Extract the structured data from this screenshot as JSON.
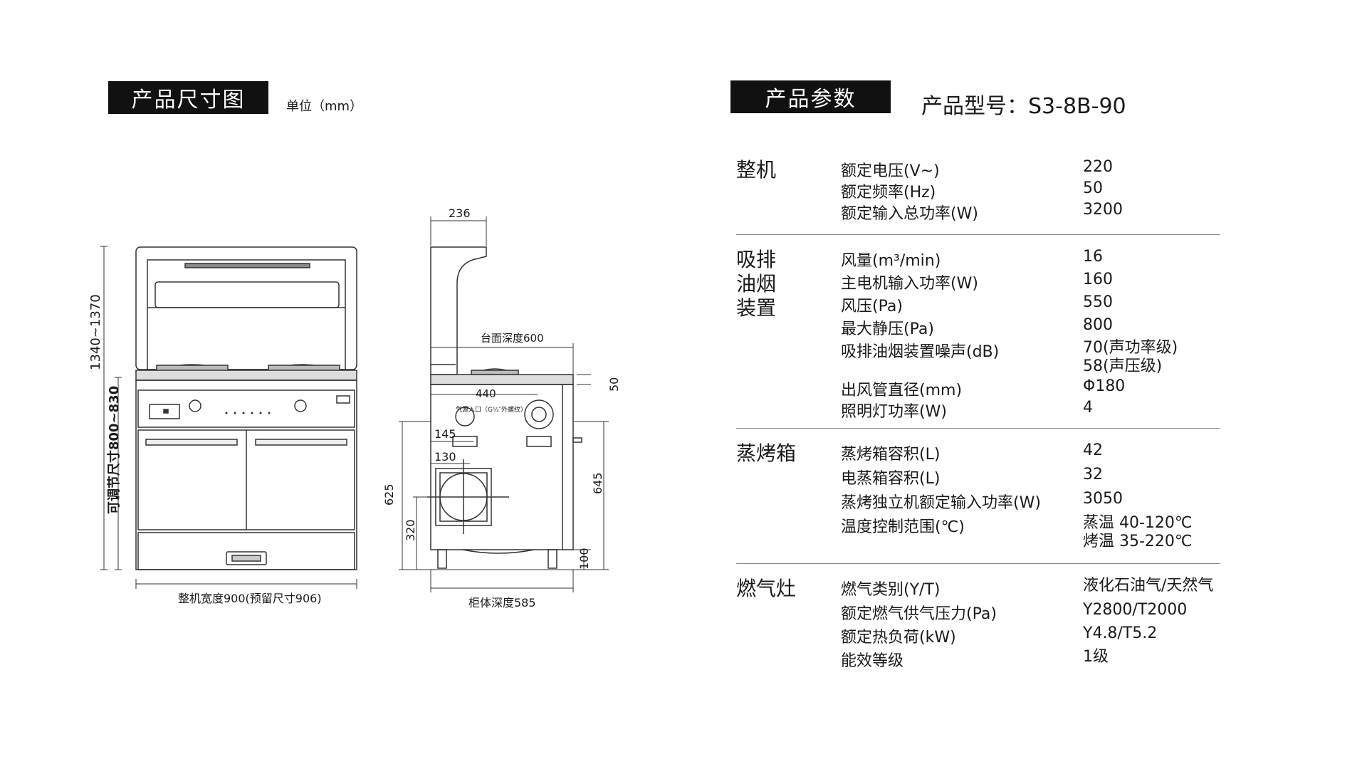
{
  "dimensions": {
    "header": "产品尺寸图",
    "unit": "单位（mm）",
    "front_width": "整机宽度900(预留尺寸906)",
    "front_height_total": "1340~1370",
    "front_height_adjust": "可调节尺寸800~830",
    "side_236": "236",
    "side_counter_depth": "台面深度600",
    "side_50": "50",
    "side_440": "440",
    "side_gas_inlet": "气源入口（G½″外螺纹）",
    "side_145": "145",
    "side_130": "130",
    "side_625": "625",
    "side_320": "320",
    "side_645": "645",
    "side_100": "100",
    "side_cabinet_depth": "柜体深度585"
  },
  "params": {
    "header": "产品参数",
    "model": "产品型号：S3-8B-90",
    "sections": [
      {
        "title": "整机",
        "rows": [
          {
            "k": "额定电压(V~)",
            "v": "220"
          },
          {
            "k": "额定频率(Hz)",
            "v": "50"
          },
          {
            "k": "额定输入总功率(W)",
            "v": "3200"
          }
        ]
      },
      {
        "title": "吸排油烟装置",
        "rows": [
          {
            "k": "风量(m³/min)",
            "v": "16"
          },
          {
            "k": "主电机输入功率(W)",
            "v": "160"
          },
          {
            "k": "风压(Pa)",
            "v": "550"
          },
          {
            "k": "最大静压(Pa)",
            "v": "800"
          },
          {
            "k": "吸排油烟装置噪声(dB)",
            "v": "70(声功率级)",
            "v2": "58(声压级)"
          },
          {
            "k": "出风管直径(mm)",
            "v": "Φ180"
          },
          {
            "k": "照明灯功率(W)",
            "v": "4"
          }
        ]
      },
      {
        "title": "蒸烤箱",
        "rows": [
          {
            "k": "蒸烤箱容积(L)",
            "v": "42"
          },
          {
            "k": "电蒸箱容积(L)",
            "v": "32"
          },
          {
            "k": "蒸烤独立机额定输入功率(W)",
            "v": "3050"
          },
          {
            "k": "温度控制范围(℃)",
            "v": "蒸温 40-120℃",
            "v2": "烤温 35-220℃"
          }
        ]
      },
      {
        "title": "燃气灶",
        "rows": [
          {
            "k": "燃气类别(Y/T)",
            "v": "液化石油气/天然气"
          },
          {
            "k": "额定燃气供气压力(Pa)",
            "v": "Y2800/T2000"
          },
          {
            "k": "额定热负荷(kW)",
            "v": "Y4.8/T5.2"
          },
          {
            "k": "能效等级",
            "v": "1级"
          }
        ]
      }
    ]
  }
}
